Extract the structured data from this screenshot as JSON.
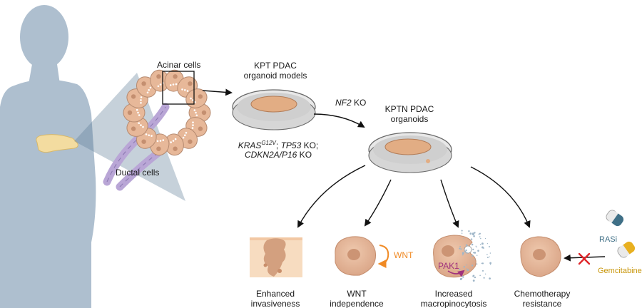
{
  "labels": {
    "acinar": "Acinar cells",
    "ductal": "Ductal cells",
    "kpt_line1": "KPT PDAC",
    "kpt_line2": "organoid models",
    "nf2_gene": "NF2",
    "nf2_ko": " KO",
    "kptn_line1": "KPTN PDAC",
    "kptn_line2": "organoids",
    "kras": "KRAS",
    "kras_sup": "G12V",
    "sep1": "; ",
    "tp53": "TP53",
    "tp53_ko": " KO;",
    "cdkn2a": "CDKN2A/P16",
    "cdkn2a_ko": " KO",
    "wnt": "WNT",
    "pak1": "PAK1",
    "rasi": "RASi",
    "gemcitabine": "Gemcitabine"
  },
  "outcomes": [
    {
      "line1": "Enhanced",
      "line2": "invasiveness"
    },
    {
      "line1": "WNT",
      "line2": "independence"
    },
    {
      "line1": "Increased",
      "line2": "macropinocytosis"
    },
    {
      "line1": "Chemotherapy",
      "line2": "resistance"
    }
  ],
  "colors": {
    "silhouette": "#aebfcf",
    "cell_fill": "#e7b899",
    "cell_stroke": "#b58a70",
    "organoid": "#e2ad84",
    "duct": "#b9a6d6",
    "wnt": "#f08a24",
    "pak1": "#a0327d",
    "rasi_text": "#3f6f86",
    "gem_text": "#c8960a",
    "block": "#e0262b"
  }
}
